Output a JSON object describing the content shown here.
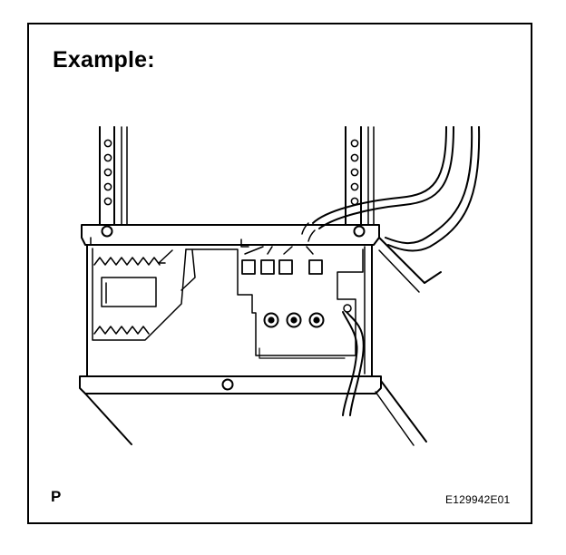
{
  "figure": {
    "title": "Example:",
    "corner_mark": "P",
    "figure_code": "E129942E01"
  },
  "colors": {
    "line": "#000000",
    "background": "#ffffff"
  }
}
